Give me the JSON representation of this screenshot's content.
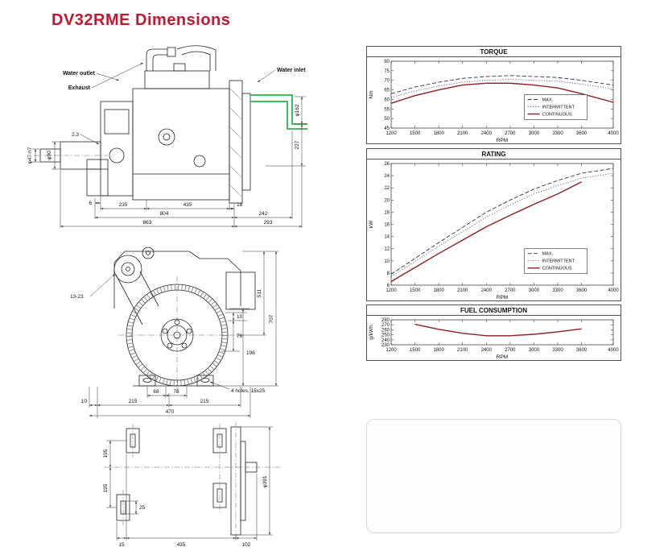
{
  "page": {
    "title": "DV32RME Dimensions",
    "title_color": "#c3172f"
  },
  "side_view": {
    "callouts": {
      "water_outlet": "Water outlet",
      "exhaust": "Exhaust",
      "water_inlet": "Water inlet"
    },
    "dims": {
      "d2_3": "2.3",
      "phi90": "φ90",
      "phi47": "φ47-h7",
      "d6": "6",
      "d235": "235",
      "d435": "435",
      "d18": "18",
      "d804": "804",
      "d242": "242",
      "d863": "863",
      "d293": "293",
      "phi162": "φ162",
      "d227": "227"
    }
  },
  "front_view": {
    "dims": {
      "d13_23": "13-23",
      "d511": "511",
      "d707": "707",
      "d10r": "10",
      "d76": "76",
      "d196": "196",
      "d68": "68",
      "d78": "78",
      "d10b": "10",
      "d215a": "215",
      "d215b": "215",
      "d470": "470",
      "holes_note": "4 holes, 15x25"
    }
  },
  "bottom_view": {
    "dims": {
      "d195a": "195",
      "d195b": "195",
      "d25": "25",
      "d15": "15",
      "d435": "435",
      "d102": "102",
      "phi391": "φ391"
    }
  },
  "chart_data": [
    {
      "type": "line",
      "title": "TORQUE",
      "ylabel": "Nm",
      "xlabel": "RPM",
      "x": [
        1200,
        1500,
        1800,
        2100,
        2400,
        2700,
        3000,
        3300,
        3600,
        4000
      ],
      "ylim": [
        45,
        80
      ],
      "yticks": [
        45,
        50,
        55,
        60,
        65,
        70,
        75,
        80
      ],
      "legend": {
        "x": 0.6,
        "y": 0.5
      },
      "series": [
        {
          "name": "MAX.",
          "style": "dashed",
          "color": "#333344",
          "values": [
            63,
            66.5,
            69,
            71,
            72,
            72.5,
            72,
            71.5,
            70,
            67.5
          ]
        },
        {
          "name": "INTERMITTENT",
          "style": "dotted",
          "color": "#4a5aa8",
          "values": [
            61,
            64.5,
            67,
            69,
            70,
            70.5,
            70,
            69.5,
            68,
            65.5
          ]
        },
        {
          "name": "CONTINUOUS",
          "style": "solid",
          "color": "#8b1f24",
          "values": [
            58,
            62,
            65,
            67.5,
            68.5,
            68.5,
            67.5,
            66,
            63,
            58.5
          ]
        }
      ]
    },
    {
      "type": "line",
      "title": "RATING",
      "ylabel": "kW",
      "xlabel": "RPM",
      "x": [
        1200,
        1500,
        1800,
        2100,
        2400,
        2700,
        3000,
        3300,
        3600,
        4000
      ],
      "ylim": [
        6,
        26
      ],
      "yticks": [
        6,
        8,
        10,
        12,
        14,
        16,
        18,
        20,
        22,
        24,
        26
      ],
      "legend": {
        "x": 0.6,
        "y": 0.7
      },
      "series": [
        {
          "name": "MAX.",
          "style": "dashed",
          "color": "#333344",
          "values": [
            7.8,
            10.4,
            13,
            15.5,
            18,
            20,
            21.8,
            23.2,
            24.4,
            25.2
          ]
        },
        {
          "name": "INTERMITTENT",
          "style": "dotted",
          "color": "#4a5aa8",
          "values": [
            7.4,
            9.9,
            12.4,
            14.8,
            17.2,
            19.2,
            21,
            22.4,
            23.6,
            24.4
          ]
        },
        {
          "name": "CONTINUOUS",
          "style": "solid",
          "color": "#8b1f24",
          "values": [
            6.6,
            8.9,
            11.2,
            13.4,
            15.6,
            17.5,
            19.3,
            21,
            23,
            null
          ]
        }
      ]
    },
    {
      "type": "line",
      "title": "FUEL CONSUMPTION",
      "ylabel": "g/kWh",
      "xlabel": "RPM",
      "x": [
        1200,
        1500,
        1800,
        2100,
        2400,
        2700,
        3000,
        3300,
        3600,
        4000
      ],
      "ylim": [
        230,
        280
      ],
      "yticks": [
        230,
        240,
        250,
        260,
        270,
        280
      ],
      "series": [
        {
          "name": "CONTINUOUS",
          "style": "solid",
          "color": "#8b1f24",
          "values": [
            null,
            271,
            261,
            253,
            248,
            248,
            251,
            256,
            262,
            null
          ]
        }
      ]
    }
  ]
}
